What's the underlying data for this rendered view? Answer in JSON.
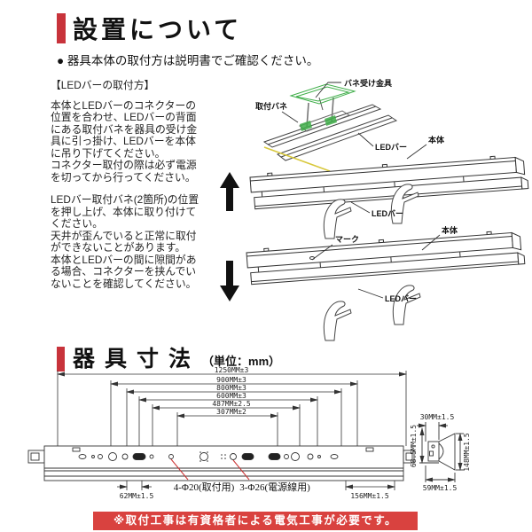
{
  "header": {
    "title": "設置について",
    "note": "● 器具本体の取付方は説明書でご確認ください。"
  },
  "install": {
    "heading": "【LEDバーの取付方】",
    "para1": "本体とLEDバーのコネクターの\n位置を合わせ、LEDバーの背面\nにある取付バネを器具の受け金\n具に引っ掛け、LEDバーを本体\nに吊り下げてください。\nコネクター取付の際は必ず電源\nを切ってから行ってください。",
    "para2": "LEDバー取付バネ(2箇所)の位置\nを押し上げ、本体に取り付けて\nください。\n天井が歪んでいると正常に取付\nができないことがあります。\n本体とLEDバーの間に隙間があ\nる場合、コネクターを挟んでい\nないことを確認してください。"
  },
  "diagram_labels": {
    "spring_bracket": "バネ受け金具",
    "mount_spring": "取付バネ",
    "led_bar_a": "LEDバー",
    "body_a": "本体",
    "led_bar_b": "LEDバー",
    "mark": "マーク",
    "body_c": "本体",
    "led_bar_c": "LEDバー"
  },
  "dims_section": {
    "title": "器具寸法",
    "unit": "（単位：mm）"
  },
  "dimensions": {
    "lengths": [
      "1250MM±3",
      "900MM±3",
      "800MM±3",
      "600MM±3",
      "487MM±2.5",
      "307MM±2"
    ],
    "left_offset": "62MM±1.5",
    "mount_holes": "4-Φ20(取付用)",
    "power_holes": "3-Φ26(電源線用)",
    "right_offset": "156MM±1.5",
    "end_top": "30MM±1.5",
    "end_left": "68.5MM±1.5",
    "end_right": "148MM±1.5",
    "end_bottom": "59MM±1.5"
  },
  "footer": {
    "warning": "※取付工事は有資格者による電気工事が必要です。"
  },
  "colors": {
    "accent_red": "#c8333b",
    "banner_red": "#d9423f",
    "leader_red": "#cc3333",
    "bracket_green": "#3fae49",
    "edge_yellow": "#d8c83c"
  }
}
